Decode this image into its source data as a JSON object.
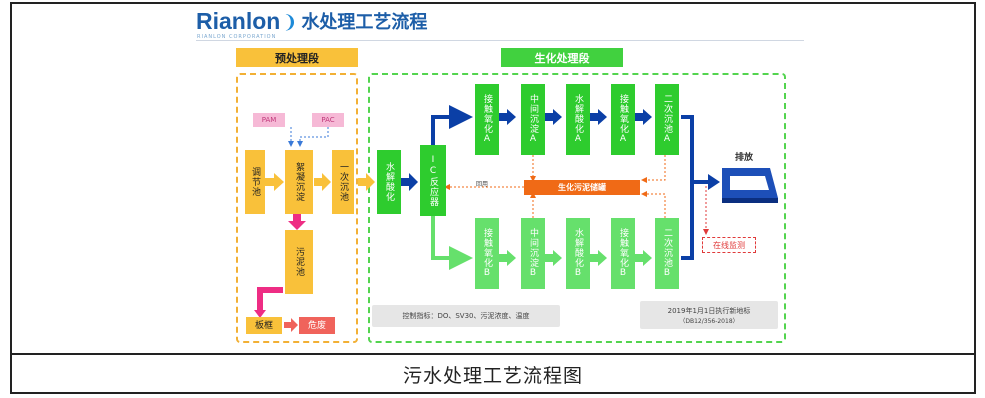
{
  "header": {
    "logo": "Rianlon",
    "logo_sub": "RIANLON CORPORATION",
    "title": "水处理工艺流程"
  },
  "sections": {
    "pretreatment": "预处理段",
    "biochemical": "生化处理段"
  },
  "pretreatment": {
    "pam": "PAM",
    "pac": "PAC",
    "regulating_tank": "调节池",
    "coagulation": "絮凝沉淀",
    "primary_clarifier": "一次沉池",
    "sludge_tank": "污泥池",
    "filter_press": "板框",
    "solid_waste": "危废"
  },
  "biochemical": {
    "hydrolysis_acidification": "水解酸化",
    "ic_reactor": "IC反应器",
    "line_a": [
      "接触氧化A",
      "中间沉淀A",
      "水解酸化A",
      "接触氧化A",
      "二次沉池A"
    ],
    "line_b": [
      "接触氧化B",
      "中间沉淀B",
      "水解酸化B",
      "接触氧化B",
      "二次沉池B"
    ],
    "sludge_storage": "生化污泥储罐",
    "reflux_label": "回用"
  },
  "outlet": {
    "discharge": "排放",
    "online_monitoring": "在线监测"
  },
  "notes": {
    "control_indicators": "控制指标：DO、SV30、污泥浓度、温度",
    "standard_line1": "2019年1月1日执行新地标",
    "standard_line2": "（DB12/356-2018）"
  },
  "caption": "污水处理工艺流程图",
  "colors": {
    "pretreat": "#f9c13a",
    "bio": "#2ecc2e",
    "bio_light": "#66e06c",
    "arrow_blue": "#0b3fa6",
    "arrow_yellow": "#f9c13a",
    "arrow_pink": "#ee2d84"
  }
}
